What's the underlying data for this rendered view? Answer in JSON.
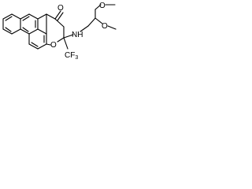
{
  "structure": {
    "atoms": {
      "carbonyl_oxygen": "O",
      "ring_oxygen": "O",
      "amine": "NH",
      "methoxy_top": "O",
      "methoxy_bottom": "O",
      "trifluoromethyl": "CF",
      "trifluoromethyl_subscript": "3"
    },
    "colors": {
      "bond": "#000000",
      "label": "#000000",
      "background": "#ffffff"
    }
  }
}
